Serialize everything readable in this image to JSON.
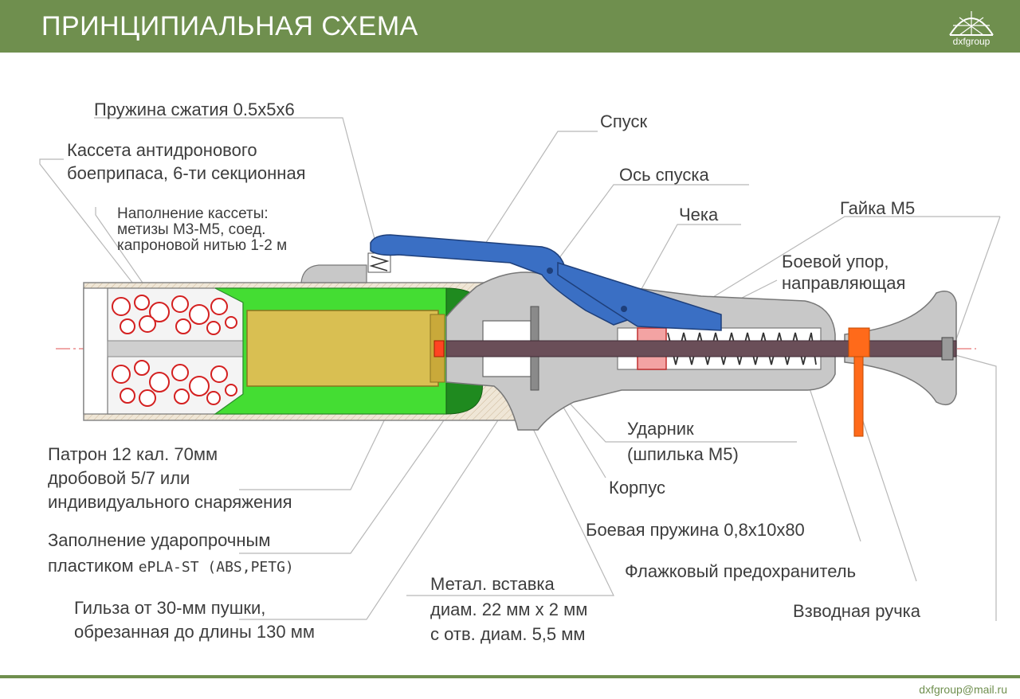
{
  "header": {
    "title": "ПРИНЦИПИАЛЬНАЯ СХЕМА",
    "logo_text": "dxfgroup",
    "background_color": "#6f8f4e"
  },
  "footer": {
    "email": "dxfgroup@mail.ru"
  },
  "colors": {
    "lever": "#3a6fc4",
    "plastic_fill": "#44dd33",
    "plastic_dark": "#1f8a1f",
    "brass": "#d9bf52",
    "steel": "#c8c8c8",
    "firing_pin": "#6a4e58",
    "safety": "#ff6a1a",
    "primer": "#ff4422",
    "filling_circles": "#d42020"
  },
  "labels": {
    "spring_compression": "Пружина сжатия 0.5х5х6",
    "cassette_line1": "Кассета антидронового",
    "cassette_line2": "боеприпаса, 6-ти секционная",
    "filling_line1": "Наполнение кассеты:",
    "filling_line2": "метизы М3-М5, соед.",
    "filling_line3": "капроновой нитью 1-2 м",
    "trigger": "Спуск",
    "trigger_axis": "Ось спуска",
    "pin": "Чека",
    "nut": "Гайка М5",
    "stop_line1": "Боевой упор,",
    "stop_line2": "направляющая",
    "striker_line1": "Ударник",
    "striker_line2": "(шпилька М5)",
    "body": "Корпус",
    "main_spring": "Боевая пружина 0,8х10х80",
    "safety": "Флажковый предохранитель",
    "cocking_handle": "Взводная ручка",
    "cartridge_line1": "Патрон 12 кал. 70мм",
    "cartridge_line2": "дробовой 5/7 или",
    "cartridge_line3": "индивидуального снаряжения",
    "plastic_line1": "Заполнение ударопрочным",
    "plastic_line2_prefix": "пластиком ",
    "plastic_line2_material": "ePLA-ST (ABS,PETG)",
    "case_line1": "Гильза от 30-мм пушки,",
    "case_line2": "обрезанная до длины 130 мм",
    "insert_line1": "Метал. вставка",
    "insert_line2": "диам. 22 мм х 2 мм",
    "insert_line3": "с отв. диам. 5,5 мм"
  }
}
